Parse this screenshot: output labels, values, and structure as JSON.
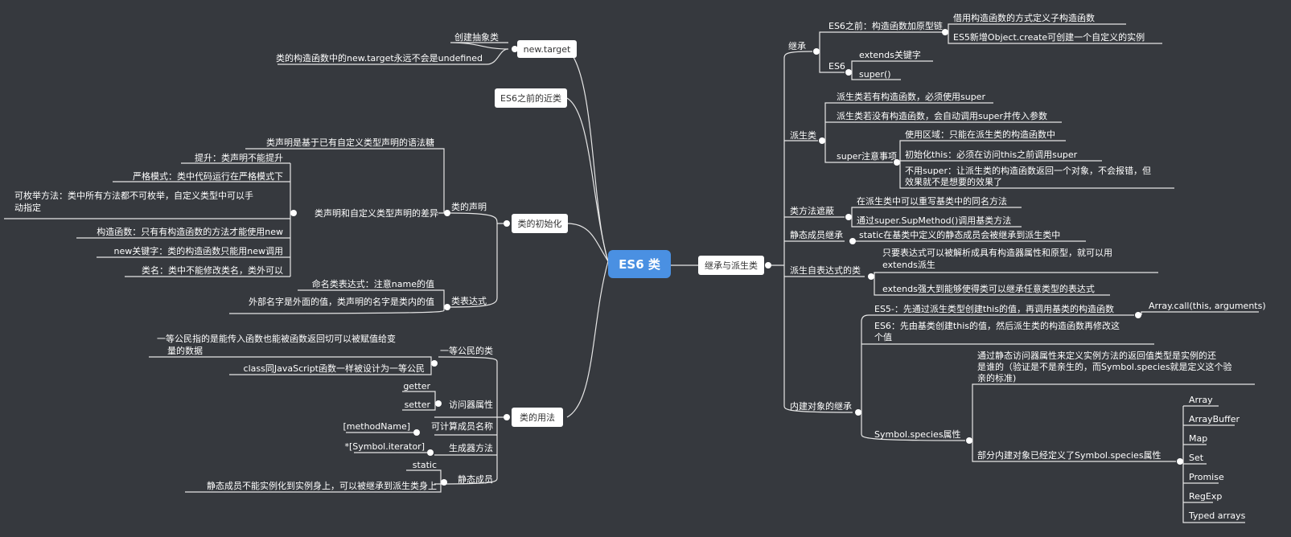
{
  "center": "ES6 类",
  "left": {
    "new_target": {
      "label": "new.target",
      "items": [
        "创建抽象类",
        "类的构造函数中的new.target永远不会是undefined"
      ]
    },
    "pre_es6": {
      "label": "ES6之前的近类"
    },
    "init": {
      "label": "类的初始化",
      "declaration": {
        "label": "类的声明",
        "sugar": "类声明是基于已有自定义类型声明的语法糖",
        "diff": {
          "label": "类声明和自定义类型声明的差异",
          "items": [
            "提升：类声明不能提升",
            "严格模式：类中代码运行在严格模式下",
            "可枚举方法：类中所有方法都不可枚举，自定义类型中可以手",
            "动指定",
            "构造函数：只有有构造函数的方法才能使用new",
            "new关键字：类的构造函数只能用new调用",
            "类名：类中不能修改类名，类外可以"
          ]
        }
      },
      "expression": {
        "label": "类表达式",
        "items": [
          "命名类表达式：注意name的值",
          "外部名字是外面的值，类声明的名字是类内的值"
        ]
      }
    },
    "usage": {
      "label": "类的用法",
      "first_class": {
        "label": "一等公民的类",
        "items": [
          "一等公民指的是能传入函数也能被函数返回切可以被赋值给变",
          "量的数据",
          "class同JavaScript函数一样被设计为一等公民"
        ]
      },
      "accessor": {
        "label": "访问器属性",
        "items": [
          "getter",
          "setter"
        ]
      },
      "computed": {
        "label": "可计算成员名称",
        "items": [
          "[methodName]"
        ]
      },
      "generator": {
        "label": "生成器方法",
        "items": [
          "*[Symbol.iterator]"
        ]
      },
      "static": {
        "label": "静态成员",
        "items": [
          "static",
          "静态成员不能实例化到实例身上，可以被继承到派生类身上"
        ]
      }
    }
  },
  "right": {
    "label": "继承与派生类",
    "inherit": {
      "label": "继承",
      "before": {
        "label": "ES6之前：构造函数加原型链",
        "items": [
          "借用构造函数的方式定义子构造函数",
          "ES5新增Object.create可创建一个自定义的实例"
        ]
      },
      "es6": {
        "label": "ES6",
        "items": [
          "extends关键字",
          "super()"
        ]
      }
    },
    "derived": {
      "label": "派生类",
      "items": [
        "派生类若有构造函数，必须使用super",
        "派生类若没有构造函数，会自动调用super并传入参数"
      ],
      "super": {
        "label": "super注意事项",
        "items": [
          "使用区域：只能在派生类的构造函数中",
          "初始化this：必须在访问this之前调用super",
          "不用super：让派生类的构造函数返回一个对象，不会报错，但",
          "效果就不是想要的效果了"
        ]
      }
    },
    "shadow": {
      "label": "类方法遮蔽",
      "items": [
        "在派生类中可以重写基类中的同名方法",
        "通过super.SupMethod()调用基类方法"
      ]
    },
    "static_inherit": {
      "label": "静态成员继承",
      "items": [
        "static在基类中定义的静态成员会被继承到派生类中"
      ]
    },
    "expr_derive": {
      "label": "派生自表达式的类",
      "items": [
        "只要表达式可以被解析成具有构造器属性和原型，就可以用",
        "extends派生",
        "extends强大到能够使得类可以继承任意类型的表达式"
      ]
    },
    "builtin": {
      "label": "内建对象的继承",
      "es5": {
        "label": "ES5-：先通过派生类型创建this的值，再调用基类的构造函数",
        "items": [
          "Array.call(this, arguments)"
        ]
      },
      "es6": {
        "label": "ES6：先由基类创建this的值，然后派生类的构造函数再修改这",
        "label2": "个值"
      },
      "species": {
        "label": "Symbol.species属性",
        "desc": [
          "通过静态访问器属性来定义实例方法的返回值类型是实例的还",
          "是谁的（验证是不是亲生的，而Symbol.species就是定义这个验",
          "亲的标准)"
        ],
        "defined": {
          "label": "部分内建对象已经定义了Symbol.species属性",
          "items": [
            "Array",
            "ArrayBuffer",
            "Map",
            "Set",
            "Promise",
            "RegExp",
            "Typed arrays"
          ]
        }
      }
    }
  },
  "colors": {
    "background": "#36393e",
    "center_node": "#4a90e2",
    "line": "#e6e6e6",
    "box": "#ffffff"
  }
}
